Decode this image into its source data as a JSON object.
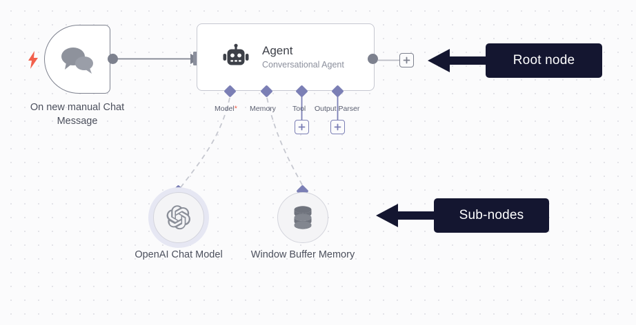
{
  "canvas": {
    "background_color": "#fbfbfc",
    "dot_color": "#e3e3e8"
  },
  "nodes": {
    "trigger": {
      "caption": "On new manual Chat Message",
      "icon": "chat-bubbles-icon",
      "trigger_icon": "lightning-bolt-icon",
      "icon_color": "#8e929c",
      "bolt_color": "#f2604c"
    },
    "agent": {
      "title": "Agent",
      "subtitle": "Conversational Agent",
      "icon": "robot-icon",
      "icon_color": "#3d4048"
    },
    "subnodes": [
      {
        "caption": "OpenAI Chat Model",
        "icon": "openai-logo-icon",
        "has_halo": true
      },
      {
        "caption": "Window Buffer Memory",
        "icon": "database-icon",
        "has_halo": false
      }
    ]
  },
  "ports": {
    "accent_color": "#7b7fb5",
    "items": [
      {
        "label": "Model",
        "required": true,
        "required_marker": "*"
      },
      {
        "label": "Memory",
        "required": false,
        "required_marker": ""
      },
      {
        "label": "Tool",
        "required": false,
        "required_marker": ""
      },
      {
        "label": "Output Parser",
        "required": false,
        "required_marker": ""
      }
    ]
  },
  "buttons": {
    "add_main_label": "+",
    "add_tool_label": "+",
    "add_parser_label": "+"
  },
  "callouts": [
    {
      "text": "Root node",
      "color": "#141630"
    },
    {
      "text": "Sub-nodes",
      "color": "#141630"
    }
  ]
}
